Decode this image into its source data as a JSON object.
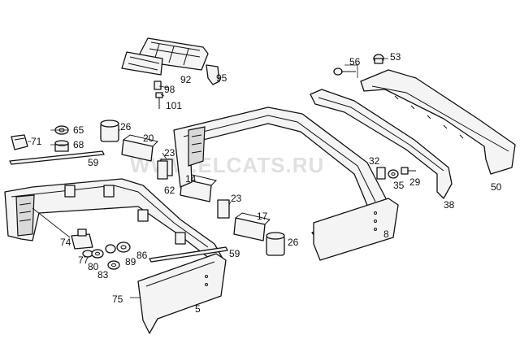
{
  "watermark": "WWW.ELCATS.RU",
  "callouts": {
    "c5": "5",
    "c8": "8",
    "c14": "14",
    "c17": "17",
    "c20": "20",
    "c23a": "23",
    "c23b": "23",
    "c26a": "26",
    "c26b": "26",
    "c29": "29",
    "c32": "32",
    "c35": "35",
    "c38": "38",
    "c50": "50",
    "c53": "53",
    "c56": "56",
    "c59a": "59",
    "c59b": "59",
    "c62": "62",
    "c65": "65",
    "c68": "68",
    "c71": "71",
    "c74": "74",
    "c75": "75",
    "c77": "77",
    "c80": "80",
    "c83": "83",
    "c86": "86",
    "c89": "89",
    "c92": "92",
    "c95": "95",
    "c98": "98",
    "c101": "101"
  }
}
